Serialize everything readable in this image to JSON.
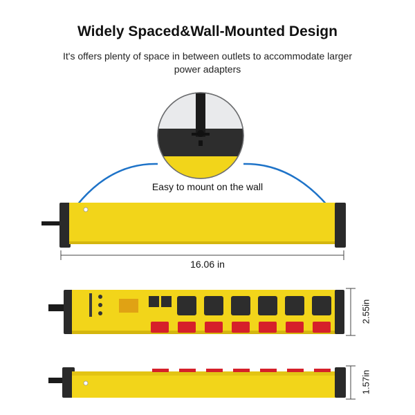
{
  "heading": {
    "title": "Widely Spaced&Wall-Mounted Design",
    "subtitle": "It's offers plenty of space in between outlets to accommodate larger power adapters"
  },
  "callout": {
    "label": "Easy to mount on the wall"
  },
  "dimensions": {
    "length": "16.06 in",
    "front_height": "2.55in",
    "side_height": "1.57in"
  },
  "strip": {
    "outlet_count": 6,
    "usb_port_count": 2,
    "switch_count": 7
  },
  "colors": {
    "body": "#f2d51a",
    "arrow": "#1e73c8",
    "switch": "#d6202a",
    "cap": "#2a2a2a"
  }
}
